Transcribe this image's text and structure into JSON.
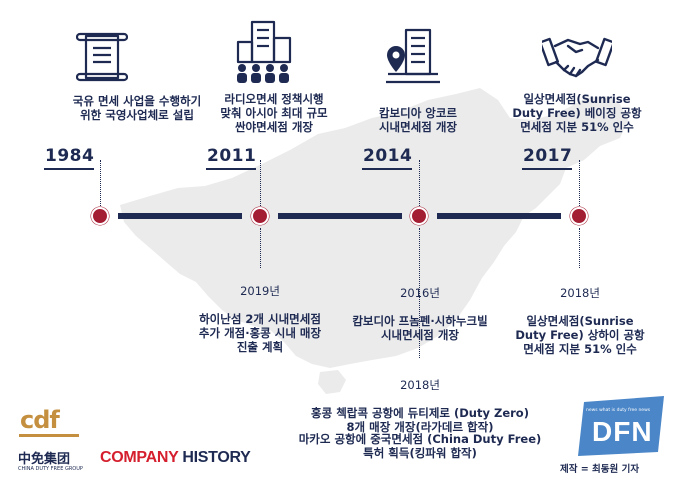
{
  "timeline_top": [
    {
      "year": "1984",
      "text": "국유 면세 사업을 수행하기\n위한 국영사업체로 설립",
      "icon": "scroll-icon"
    },
    {
      "year": "2011",
      "text": "라디오면세 정책시행\n맞춰 아시아 최대 규모\n싼야면세점 개장",
      "icon": "buildings-icon"
    },
    {
      "year": "2014",
      "text": "캄보디아 앙코르\n시내면세점 개장",
      "icon": "location-building-icon"
    },
    {
      "year": "2017",
      "text": "일상면세점(Sunrise\nDuty Free) 베이징 공항\n면세점 지분 51% 인수",
      "icon": "handshake-icon"
    }
  ],
  "timeline_bottom": [
    {
      "year": "2019년",
      "text": "하이난섬 2개 시내면세점\n추가 개점·홍콩 시내 매장\n진출 계획"
    },
    {
      "year": "2016년",
      "text": "캄보디아 프놈펜·시하누크빌\n시내면세점 개장"
    },
    {
      "year": "2018년",
      "text": "일상면세점(Sunrise\nDuty Free) 상하이 공항\n면세점 지분 51% 인수"
    },
    {
      "year": "2018년",
      "text": "홍콩 첵랍콕 공항에 듀티제로 (Duty Zero)\n8개 매장 개장(라가데르 합작)"
    },
    {
      "year": "",
      "text": "마카오 공항에 중국면세점 (China Duty Free)\n특허 획득(킹파워 합작)"
    }
  ],
  "footer": {
    "company": "COMPANY",
    "history": "HISTORY",
    "cdf_logo_text": "cdf",
    "cdf_chinese": "中免集团",
    "cdf_english": "CHINA DUTY FREE GROUP",
    "dfn_logo_text": "DFN",
    "dfn_small": "news what is duty free news",
    "credit": "제작 = 최동원 기자"
  },
  "colors": {
    "navy": "#1e2a52",
    "dot": "#a31d33",
    "red": "#d51f2e",
    "map": "#ebebeb",
    "dfn_blue": "#4a86c8"
  }
}
